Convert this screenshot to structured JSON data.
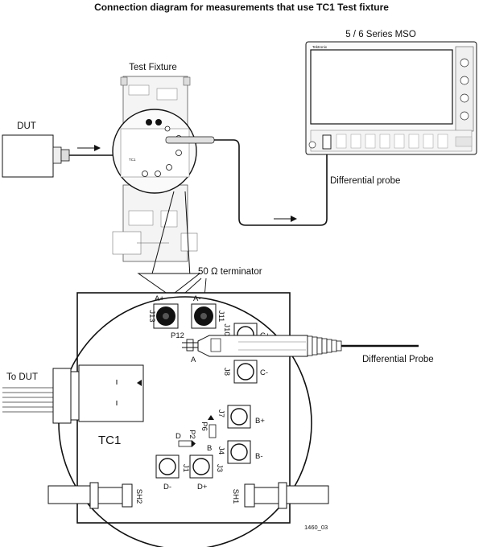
{
  "title": "Connection diagram for measurements that use TC1 Test fixture",
  "labels": {
    "dut": "DUT",
    "test_fixture": "Test Fixture",
    "scope": "5 / 6 Series MSO",
    "scope_brand": "Tektronix",
    "differential_probe_top": "Differential probe",
    "terminator": "50 Ω terminator",
    "to_dut": "To DUT",
    "tc1": "TC1",
    "differential_probe_bottom": "Differential Probe",
    "figure_id": "1460_03"
  },
  "connectors": {
    "j13": "J13",
    "j11": "J11",
    "a_plus": "A+",
    "a_minus": "A-",
    "j10": "J10",
    "c_plus": "C+",
    "j8": "J8",
    "c_minus": "C-",
    "p12": "P12",
    "a": "A",
    "j7": "J7",
    "b_plus": "B+",
    "j4": "J4",
    "b_minus": "B-",
    "j3": "J3",
    "p6": "P6",
    "b": "B",
    "p2": "P2",
    "d": "D",
    "j1": "J1",
    "d_minus": "D-",
    "d_plus": "D+",
    "sh1": "SH1",
    "sh2": "SH2"
  }
}
